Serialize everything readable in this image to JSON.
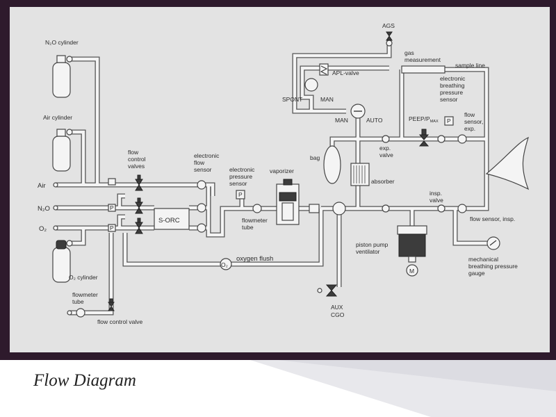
{
  "caption": "Flow Diagram",
  "colors": {
    "frame": "#2e1a2c",
    "panel": "#e3e3e3",
    "pipe": "#555555",
    "component": "#3c3c3c"
  },
  "labels": {
    "n2o_cylinder": "N₂O cylinder",
    "air_cylinder": "Air cylinder",
    "o2_cylinder": "O₂ cylinder",
    "air": "Air",
    "n2o": "N₂O",
    "o2": "O₂",
    "flow_control_valves": [
      "flow",
      "control",
      "valves"
    ],
    "electronic_flow_sensor": [
      "electronic",
      "flow",
      "sensor"
    ],
    "electronic_pressure_sensor": [
      "electronic",
      "pressure",
      "sensor"
    ],
    "vaporizer": "vaporizer",
    "flowmeter_tube": [
      "flowmeter",
      "tube"
    ],
    "s_orc": "S-ORC",
    "oxygen_flush": "oxygen  flush",
    "flowmeter_tube_bottom": [
      "flowmeter",
      "tube"
    ],
    "flow_control_valve": "flow control valve",
    "aux_cgo": [
      "AUX",
      "CGO"
    ],
    "bag": "bag",
    "absorber": "absorber",
    "piston_pump_ventilator": [
      "piston pump",
      "ventilator"
    ],
    "motor": "M",
    "ags": "AGS",
    "gas_measurement": [
      "gas",
      "measurement"
    ],
    "sample_line": "sample line",
    "apl_valve": "APL-valve",
    "spont": "SPONT",
    "man": "MAN",
    "man_auto_man": "MAN",
    "man_auto_auto": "AUTO",
    "electronic_breathing_pressure_sensor": [
      "electronic",
      "breathing",
      "pressure",
      "sensor"
    ],
    "peep_pmax": "PEEP/P",
    "peep_pmax_sub": "MAX",
    "flow_sensor_exp": [
      "flow",
      "sensor,",
      "exp."
    ],
    "exp_valve": [
      "exp.",
      "valve"
    ],
    "insp_valve": [
      "insp.",
      "valve"
    ],
    "flow_sensor_insp": "flow sensor, insp.",
    "mechanical_gauge": [
      "mechanical",
      "breathing pressure",
      "gauge"
    ],
    "pressure_symbol": "P",
    "o2_flush_symbol": "O₂"
  }
}
